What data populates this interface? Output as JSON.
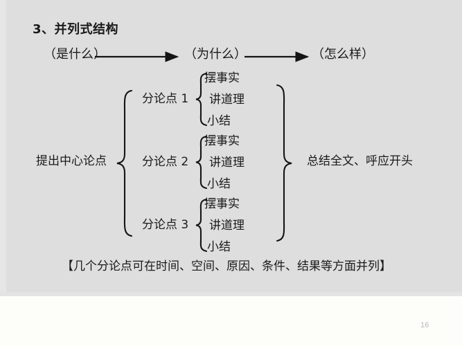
{
  "slide": {
    "title": "3、并列式结构",
    "page_number": "16",
    "background_color": "#dededf",
    "text_color": "#1a1a1a",
    "top_flow": [
      "（是什么）",
      "（为什么）",
      "（怎么样）"
    ],
    "center_claim": "提出中心论点",
    "conclusion": "总结全文、呼应开头",
    "branches": [
      {
        "label": "分论点 1",
        "items": [
          "摆事实",
          "讲道理",
          "小结"
        ]
      },
      {
        "label": "分论点 2",
        "items": [
          "摆事实",
          "讲道理",
          "小结"
        ]
      },
      {
        "label": "分论点 3",
        "items": [
          "摆事实",
          "讲道理",
          "小结"
        ]
      }
    ],
    "footnote": "【几个分论点可在时间、空间、原因、条件、结果等方面并列】"
  }
}
